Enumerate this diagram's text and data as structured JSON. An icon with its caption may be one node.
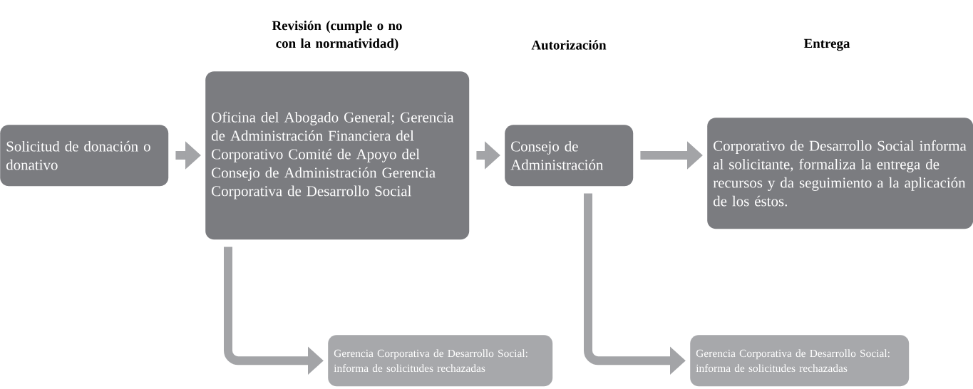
{
  "diagram": {
    "nodes": [
      {
        "text": [
          "Solicitud de donación o donativo"
        ]
      },
      {
        "text": [
          "Oficina del Abogado General; Gerencia de Administración Financiera del Corporativo Comité de Apoyo del Consejo de Administración Gerencia Corporativa de Desarrollo Social"
        ]
      },
      {
        "text": [
          "Consejo de Administración"
        ]
      },
      {
        "text": [
          "Corporativo de Desarrollo Social informa al solicitante, formaliza la entrega de recursos y da seguimiento a la aplicación de los éstos."
        ]
      },
      {
        "text": [
          "Gerencia Corporativa de Desarrollo Social: informa de solicitudes rechazadas"
        ]
      },
      {
        "text": [
          "Gerencia Corporativa de Desarrollo Social: informa de solicitudes rechazadas"
        ]
      }
    ],
    "edges": [
      {
        "from": 0,
        "to": 1,
        "arrow": "to"
      },
      {
        "from": 1,
        "to": 2,
        "arrow": "to"
      },
      {
        "from": 2,
        "to": 3,
        "arrow": "to"
      },
      {
        "from": 1,
        "to": 4,
        "arrow": "to"
      },
      {
        "from": 2,
        "to": 5,
        "arrow": "to"
      }
    ],
    "labels": [
      "Revisión (cumple o no con la normatividad)",
      "Autorización",
      "Entrega"
    ]
  }
}
